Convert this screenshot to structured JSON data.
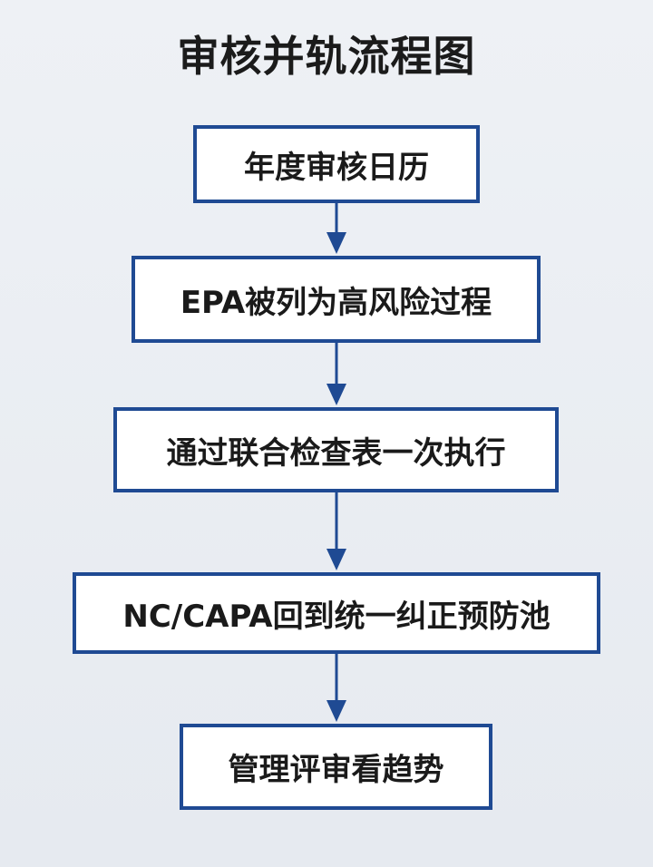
{
  "title": "审核并轨流程图",
  "steps": [
    "年度审核日历",
    "EPA被列为高风险过程",
    "通过联合检查表一次执行",
    "NC/CAPA回到统一纠正预防池",
    "管理评审看趋势"
  ],
  "colors": {
    "box_border": "#1f4a93",
    "arrow": "#1f4a93",
    "background": "#e9edf2"
  }
}
